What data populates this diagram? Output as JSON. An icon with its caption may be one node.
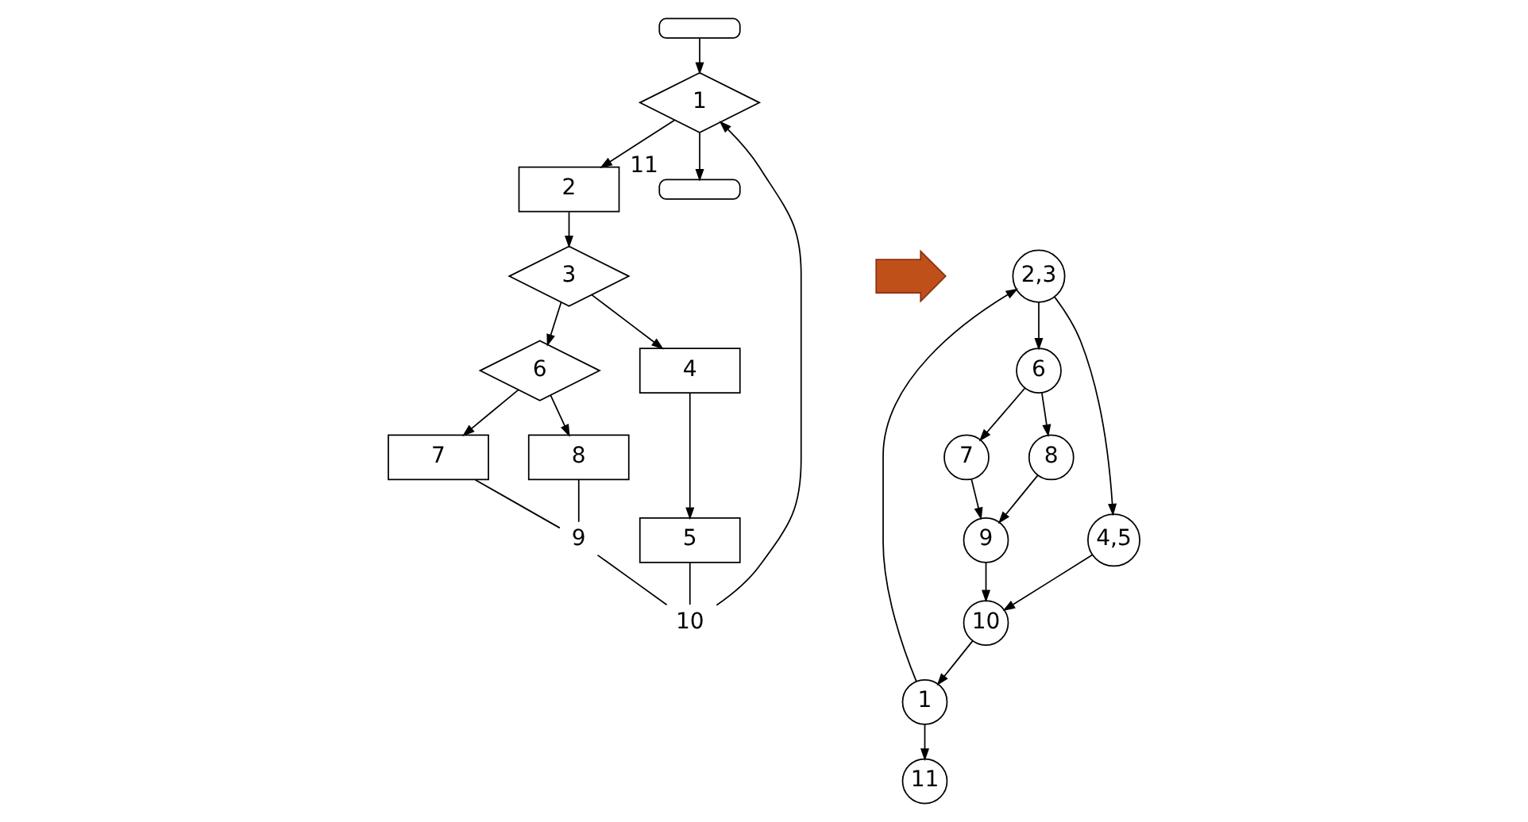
{
  "diagram": {
    "nodes": [
      {
        "text": [],
        "shape": "oval"
      },
      {
        "text": [
          "1"
        ]
      },
      {
        "text": [
          "2"
        ]
      },
      {
        "text": [
          "3"
        ]
      },
      {
        "text": [
          "6"
        ]
      },
      {
        "text": [
          "4"
        ]
      },
      {
        "text": [
          "7"
        ]
      },
      {
        "text": [
          "8"
        ]
      },
      {
        "text": [
          "5"
        ]
      },
      {
        "text": [
          "9"
        ]
      },
      {
        "text": [
          "10"
        ]
      },
      {
        "text": [],
        "shape": "oval",
        "beside": [
          "11"
        ]
      },
      {
        "text": [],
        "shape": "arrow"
      },
      {
        "text": [
          "1"
        ]
      },
      {
        "text": [
          "2,3"
        ]
      },
      {
        "text": [
          "6"
        ]
      },
      {
        "text": [
          "4,5"
        ]
      },
      {
        "text": [
          "7"
        ]
      },
      {
        "text": [
          "8"
        ]
      },
      {
        "text": [
          "9"
        ]
      },
      {
        "text": [
          "10"
        ]
      },
      {
        "text": [
          "11"
        ]
      }
    ],
    "edges": [
      {
        "from": 0,
        "to": 1,
        "arrow": "to"
      },
      {
        "from": 1,
        "to": 2,
        "arrow": "to"
      },
      {
        "from": 2,
        "to": 3,
        "arrow": "to"
      },
      {
        "from": 3,
        "to": 4,
        "arrow": "to"
      },
      {
        "from": 3,
        "to": 5,
        "arrow": "to"
      },
      {
        "from": 4,
        "to": 6,
        "arrow": "to"
      },
      {
        "from": 4,
        "to": 7,
        "arrow": "to"
      },
      {
        "from": 5,
        "to": 8,
        "arrow": "to"
      },
      {
        "from": 6,
        "to": 9,
        "arrow": "none"
      },
      {
        "from": 7,
        "to": 9,
        "arrow": "none"
      },
      {
        "from": 9,
        "to": 10,
        "arrow": "none"
      },
      {
        "from": 8,
        "to": 10,
        "arrow": "none"
      },
      {
        "from": 10,
        "to": 1,
        "arrow": "to"
      },
      {
        "from": 1,
        "to": 11,
        "arrow": "to"
      },
      {
        "from": 13,
        "to": 14,
        "arrow": "to"
      },
      {
        "from": 14,
        "to": 15,
        "arrow": "to"
      },
      {
        "from": 14,
        "to": 16,
        "arrow": "to"
      },
      {
        "from": 15,
        "to": 17,
        "arrow": "to"
      },
      {
        "from": 15,
        "to": 18,
        "arrow": "to"
      },
      {
        "from": 17,
        "to": 19,
        "arrow": "to"
      },
      {
        "from": 18,
        "to": 19,
        "arrow": "to"
      },
      {
        "from": 19,
        "to": 20,
        "arrow": "to"
      },
      {
        "from": 16,
        "to": 20,
        "arrow": "to"
      },
      {
        "from": 20,
        "to": 13,
        "arrow": "to"
      },
      {
        "from": 13,
        "to": 21,
        "arrow": "to"
      }
    ]
  }
}
